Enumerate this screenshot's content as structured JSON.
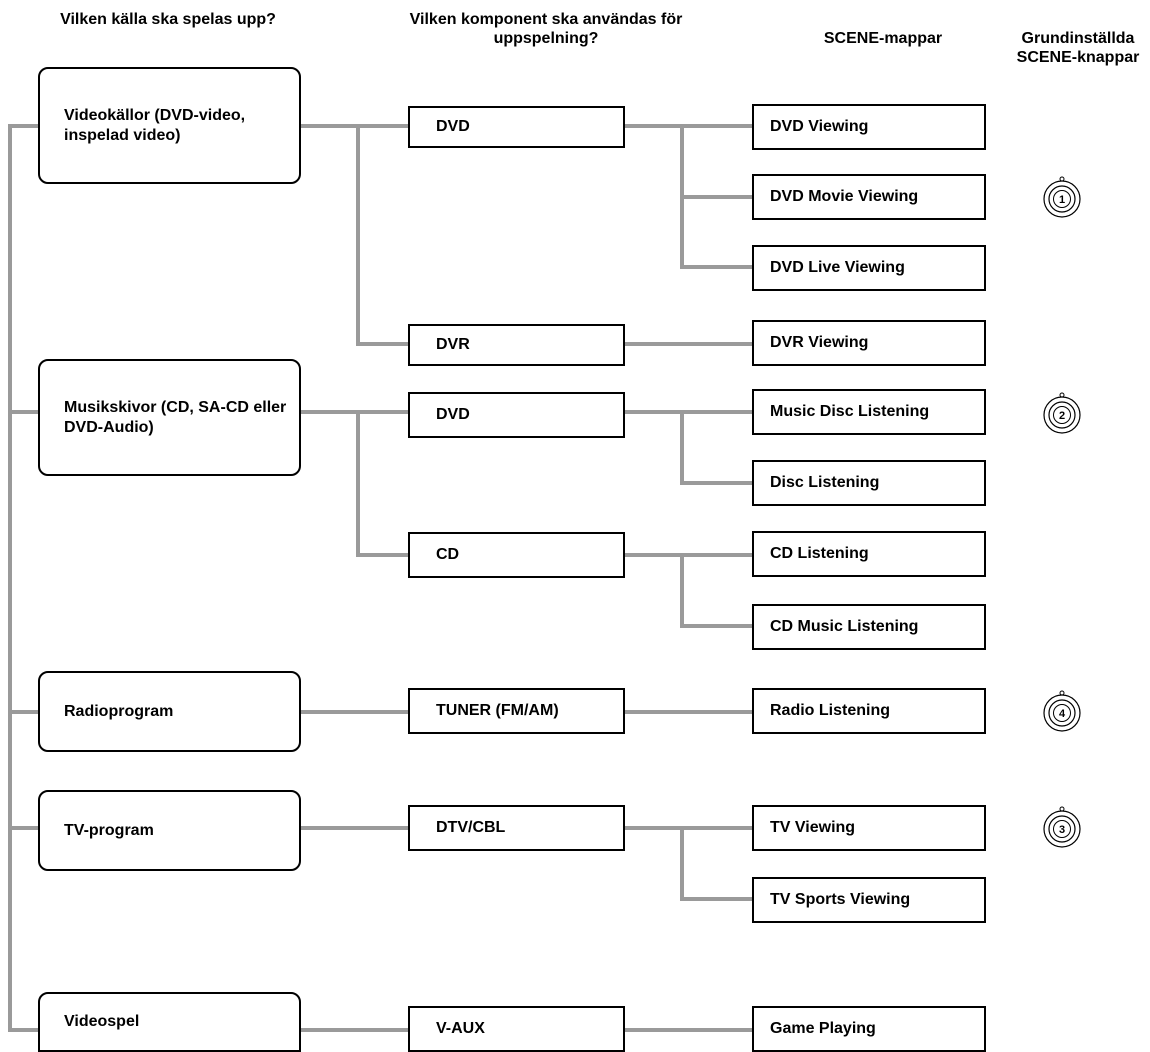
{
  "headers": {
    "source": "Vilken källa ska spelas upp?",
    "component": "Vilken komponent ska användas för uppspelning?",
    "scene": "SCENE-mappar",
    "buttons": "Grundinställda SCENE-knappar"
  },
  "sources": [
    {
      "label": "Videokällor (DVD-video, inspelad video)"
    },
    {
      "label": "Musikskivor (CD, SA-CD eller DVD-Audio)"
    },
    {
      "label": "Radioprogram"
    },
    {
      "label": "TV-program"
    },
    {
      "label": "Videospel"
    }
  ],
  "components": [
    {
      "label": "DVD"
    },
    {
      "label": "DVR"
    },
    {
      "label": "DVD"
    },
    {
      "label": "CD"
    },
    {
      "label": "TUNER (FM/AM)"
    },
    {
      "label": "DTV/CBL"
    },
    {
      "label": "V-AUX"
    }
  ],
  "scenes": [
    {
      "label": "DVD Viewing"
    },
    {
      "label": "DVD Movie Viewing"
    },
    {
      "label": "DVD Live Viewing"
    },
    {
      "label": "DVR Viewing"
    },
    {
      "label": "Music Disc Listening"
    },
    {
      "label": "Disc Listening"
    },
    {
      "label": "CD Listening"
    },
    {
      "label": "CD Music Listening"
    },
    {
      "label": "Radio Listening"
    },
    {
      "label": "TV Viewing"
    },
    {
      "label": "TV Sports Viewing"
    },
    {
      "label": "Game Playing"
    }
  ],
  "buttons": [
    {
      "number": "1"
    },
    {
      "number": "2"
    },
    {
      "number": "4"
    },
    {
      "number": "3"
    }
  ],
  "colors": {
    "connector": "#9a9a9a",
    "border": "#000000"
  }
}
